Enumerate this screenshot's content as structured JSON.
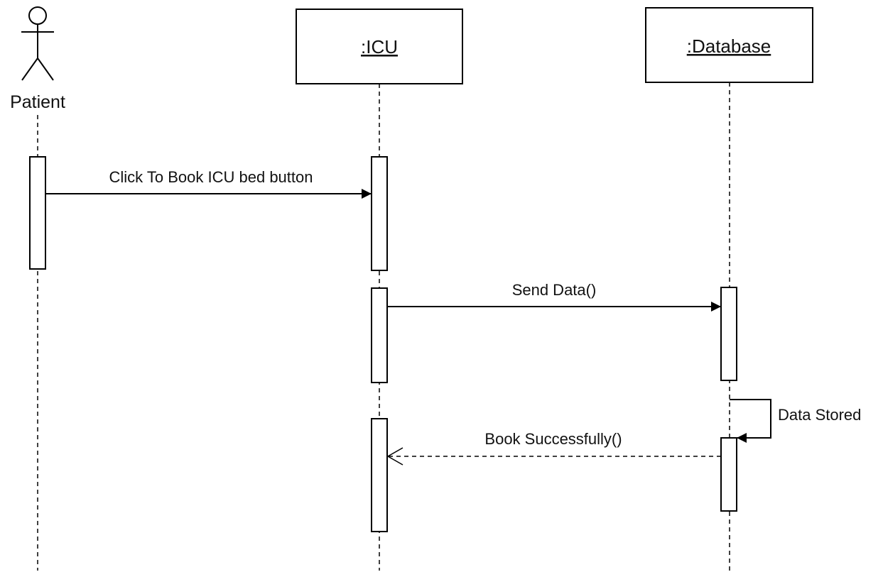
{
  "diagram": {
    "actor": {
      "label": "Patient"
    },
    "objects": [
      {
        "id": "icu",
        "label": ":ICU"
      },
      {
        "id": "database",
        "label": ":Database"
      }
    ],
    "messages": [
      {
        "id": "m1",
        "label": "Click To Book ICU bed button",
        "from": "Patient",
        "to": ":ICU",
        "style": "solid"
      },
      {
        "id": "m2",
        "label": "Send Data()",
        "from": ":ICU",
        "to": ":Database",
        "style": "solid"
      },
      {
        "id": "m3",
        "label": "Data Stored",
        "from": ":Database",
        "to": ":Database",
        "style": "self"
      },
      {
        "id": "m4",
        "label": "Book Successfully()",
        "from": ":Database",
        "to": ":ICU",
        "style": "dashed-return"
      }
    ]
  }
}
